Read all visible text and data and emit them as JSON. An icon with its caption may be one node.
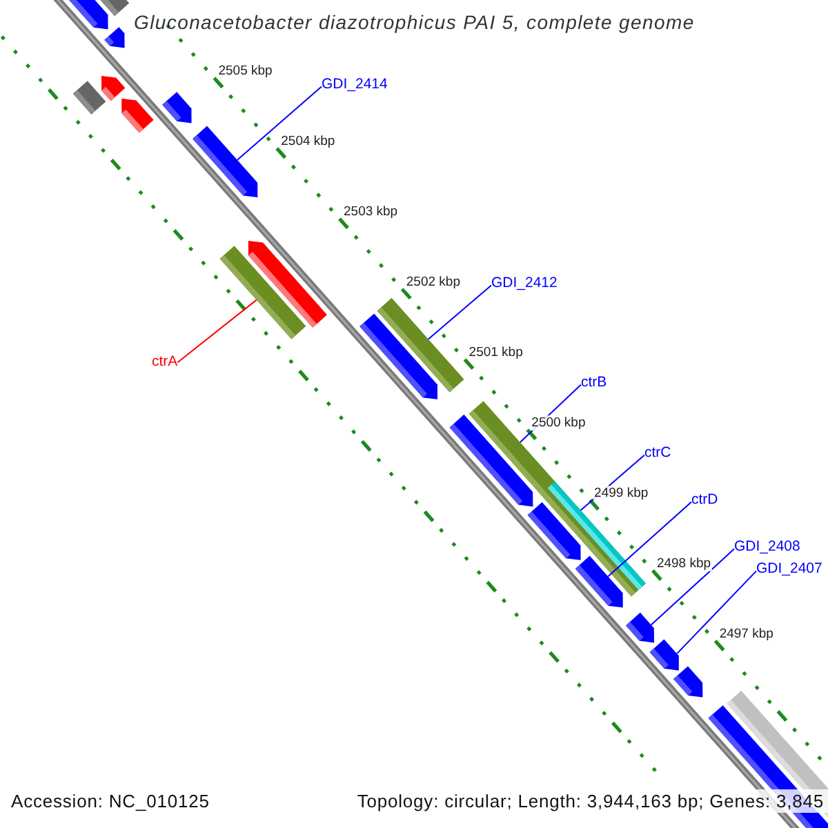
{
  "diagram": {
    "title": "Gluconacetobacter diazotrophicus PAI 5, complete genome",
    "nodes": [
      {
        "text": [
          "GDI_2414"
        ]
      },
      {
        "text": [
          "GDI_2412"
        ]
      },
      {
        "text": [
          "ctrA"
        ]
      },
      {
        "text": [
          "ctrB"
        ]
      },
      {
        "text": [
          "ctrC"
        ]
      },
      {
        "text": [
          "ctrD"
        ]
      },
      {
        "text": [
          "GDI_2408"
        ]
      },
      {
        "text": [
          "GDI_2407"
        ]
      },
      {
        "text": [],
        "shape": "pentagon"
      },
      {
        "text": [],
        "shape": "bar"
      },
      {
        "text": [],
        "shape": "pentagon"
      },
      {
        "text": [],
        "shape": "bar"
      },
      {
        "text": [],
        "shape": "pentagon"
      },
      {
        "text": [],
        "shape": "pentagon"
      },
      {
        "text": [],
        "shape": "pentagon"
      },
      {
        "text": [],
        "shape": "pentagon"
      },
      {
        "text": [],
        "shape": "bar"
      },
      {
        "text": [],
        "shape": "pentagon"
      },
      {
        "text": [],
        "shape": "pentagon"
      },
      {
        "text": [],
        "shape": "bar"
      },
      {
        "text": [],
        "shape": "pentagon"
      },
      {
        "text": [],
        "shape": "bar"
      },
      {
        "text": [],
        "shape": "bar",
        "in": 21
      },
      {
        "text": [],
        "shape": "pentagon"
      },
      {
        "text": [],
        "shape": "pentagon"
      },
      {
        "text": [],
        "shape": "pentagon"
      },
      {
        "text": [],
        "shape": "pentagon"
      },
      {
        "text": [],
        "shape": "pentagon"
      },
      {
        "text": [],
        "shape": "pentagon"
      },
      {
        "text": [],
        "shape": "bar"
      }
    ],
    "edges": [
      {
        "from": 0,
        "to": 15,
        "arrow": "none"
      },
      {
        "from": 1,
        "to": 19,
        "arrow": "none"
      },
      {
        "from": 2,
        "to": 16,
        "arrow": "none",
        "color": "#ff0000"
      },
      {
        "from": 3,
        "to": 21,
        "arrow": "none"
      },
      {
        "from": 4,
        "to": 22,
        "arrow": "none"
      },
      {
        "from": 5,
        "to": 24,
        "arrow": "none"
      },
      {
        "from": 6,
        "to": 25,
        "arrow": "none"
      },
      {
        "from": 7,
        "to": 26,
        "arrow": "none"
      }
    ],
    "labels": [
      "2505 kbp",
      "2504 kbp",
      "2503 kbp",
      "2502 kbp",
      "2501 kbp",
      "2500 kbp",
      "2499 kbp",
      "2498 kbp",
      "2497 kbp",
      "Accession: NC_010125",
      "Topology: circular; Length: 3,944,163 bp; Genes: 3,845"
    ]
  }
}
